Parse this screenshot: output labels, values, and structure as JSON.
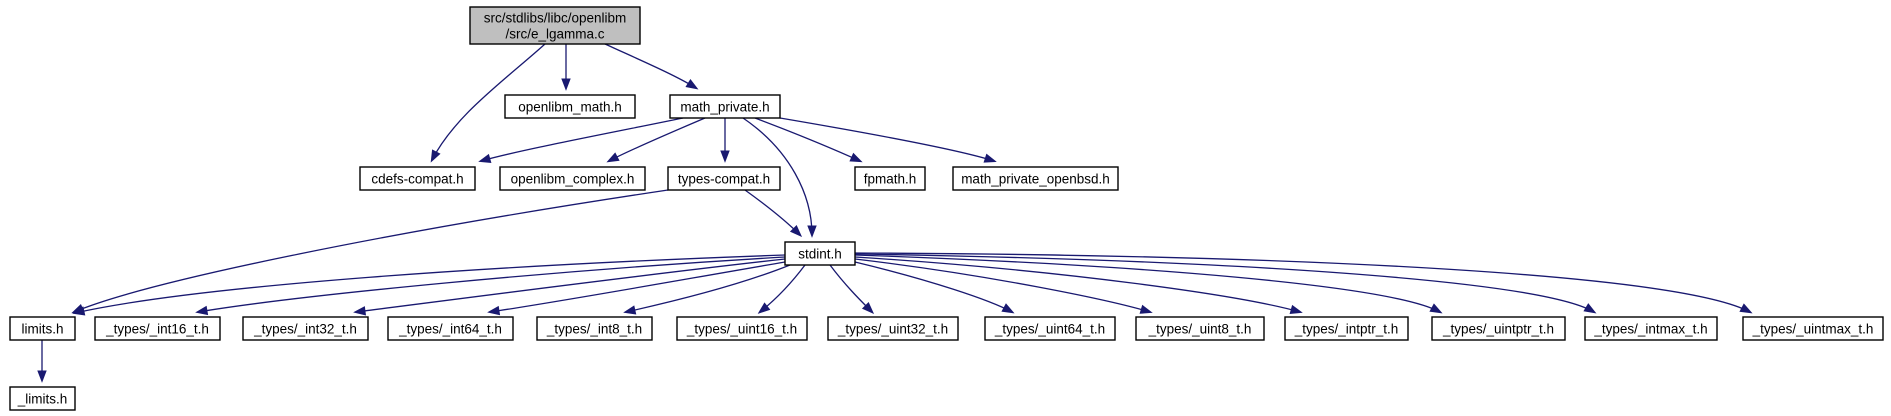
{
  "graph": {
    "nodes": [
      {
        "id": "root",
        "lines": [
          "src/stdlibs/libc/openlibm",
          "/src/e_lgamma.c"
        ],
        "current": true
      },
      {
        "id": "openlibm_math",
        "lines": [
          "openlibm_math.h"
        ]
      },
      {
        "id": "math_private",
        "lines": [
          "math_private.h"
        ]
      },
      {
        "id": "cdefs_compat",
        "lines": [
          "cdefs-compat.h"
        ]
      },
      {
        "id": "openlibm_complex",
        "lines": [
          "openlibm_complex.h"
        ]
      },
      {
        "id": "types_compat",
        "lines": [
          "types-compat.h"
        ]
      },
      {
        "id": "fpmath",
        "lines": [
          "fpmath.h"
        ]
      },
      {
        "id": "math_private_openbsd",
        "lines": [
          "math_private_openbsd.h"
        ]
      },
      {
        "id": "stdint",
        "lines": [
          "stdint.h"
        ]
      },
      {
        "id": "limits",
        "lines": [
          "limits.h"
        ]
      },
      {
        "id": "int16",
        "lines": [
          "_types/_int16_t.h"
        ]
      },
      {
        "id": "int32",
        "lines": [
          "_types/_int32_t.h"
        ]
      },
      {
        "id": "int64",
        "lines": [
          "_types/_int64_t.h"
        ]
      },
      {
        "id": "int8",
        "lines": [
          "_types/_int8_t.h"
        ]
      },
      {
        "id": "uint16",
        "lines": [
          "_types/_uint16_t.h"
        ]
      },
      {
        "id": "uint32",
        "lines": [
          "_types/_uint32_t.h"
        ]
      },
      {
        "id": "uint64",
        "lines": [
          "_types/_uint64_t.h"
        ]
      },
      {
        "id": "uint8",
        "lines": [
          "_types/_uint8_t.h"
        ]
      },
      {
        "id": "intptr",
        "lines": [
          "_types/_intptr_t.h"
        ]
      },
      {
        "id": "uintptr",
        "lines": [
          "_types/_uintptr_t.h"
        ]
      },
      {
        "id": "intmax",
        "lines": [
          "_types/_intmax_t.h"
        ]
      },
      {
        "id": "uintmax",
        "lines": [
          "_types/_uintmax_t.h"
        ]
      },
      {
        "id": "_limits",
        "lines": [
          "_limits.h"
        ]
      }
    ],
    "edges": [
      {
        "from": "root",
        "to": "cdefs_compat"
      },
      {
        "from": "root",
        "to": "openlibm_math"
      },
      {
        "from": "root",
        "to": "math_private"
      },
      {
        "from": "math_private",
        "to": "cdefs_compat"
      },
      {
        "from": "math_private",
        "to": "openlibm_complex"
      },
      {
        "from": "math_private",
        "to": "types_compat"
      },
      {
        "from": "math_private",
        "to": "stdint"
      },
      {
        "from": "math_private",
        "to": "fpmath"
      },
      {
        "from": "math_private",
        "to": "math_private_openbsd"
      },
      {
        "from": "types_compat",
        "to": "limits"
      },
      {
        "from": "types_compat",
        "to": "stdint"
      },
      {
        "from": "stdint",
        "to": "limits"
      },
      {
        "from": "stdint",
        "to": "int16"
      },
      {
        "from": "stdint",
        "to": "int32"
      },
      {
        "from": "stdint",
        "to": "int64"
      },
      {
        "from": "stdint",
        "to": "int8"
      },
      {
        "from": "stdint",
        "to": "uint16"
      },
      {
        "from": "stdint",
        "to": "uint32"
      },
      {
        "from": "stdint",
        "to": "uint64"
      },
      {
        "from": "stdint",
        "to": "uint8"
      },
      {
        "from": "stdint",
        "to": "intptr"
      },
      {
        "from": "stdint",
        "to": "uintptr"
      },
      {
        "from": "stdint",
        "to": "intmax"
      },
      {
        "from": "stdint",
        "to": "uintmax"
      },
      {
        "from": "limits",
        "to": "_limits"
      }
    ]
  }
}
